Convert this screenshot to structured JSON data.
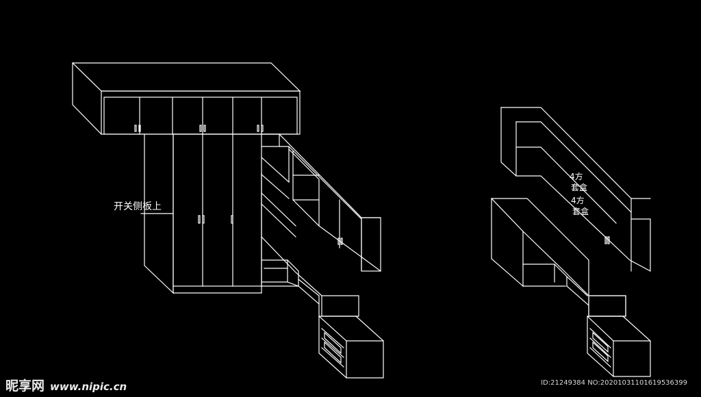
{
  "drawing": {
    "label_switch_side_panel": "开关侧板上",
    "label_box_1_line1": "4方",
    "label_box_1_line2": "套盒",
    "label_box_2_line1": "4方",
    "label_box_2_line2": "套盒"
  },
  "watermark": {
    "brand": "昵享网",
    "site": "www.nipic.cn",
    "image_id": "ID:21249384 NO:20201031101619536399"
  },
  "colors": {
    "background": "#000000",
    "line": "#ffffff"
  }
}
